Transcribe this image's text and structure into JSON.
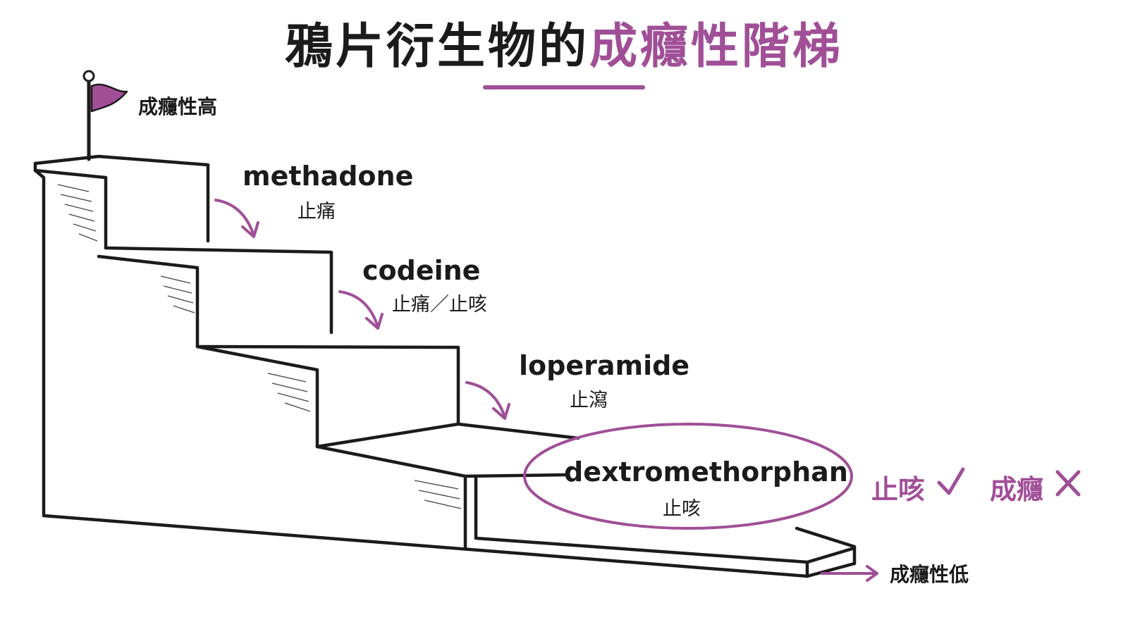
{
  "title": {
    "part1": "鴉片衍生物的",
    "part2": "成癮性階梯"
  },
  "labels": {
    "high": "成癮性高",
    "low": "成癮性低"
  },
  "steps": [
    {
      "drug": "methadone",
      "use": "止痛"
    },
    {
      "drug": "codeine",
      "use": "止痛／止咳"
    },
    {
      "drug": "loperamide",
      "use": "止瀉"
    },
    {
      "drug": "dextromethorphan",
      "use": "止咳"
    }
  ],
  "verdict": {
    "cough": "止咳",
    "cough_mark": "✓",
    "addiction": "成癮",
    "addiction_mark": "✕"
  },
  "colors": {
    "accent": "#a04f97",
    "ink": "#1b1b1b"
  },
  "icons": [
    "flag-icon",
    "curved-arrow-icon",
    "check-icon",
    "cross-icon",
    "arrow-right-icon"
  ]
}
